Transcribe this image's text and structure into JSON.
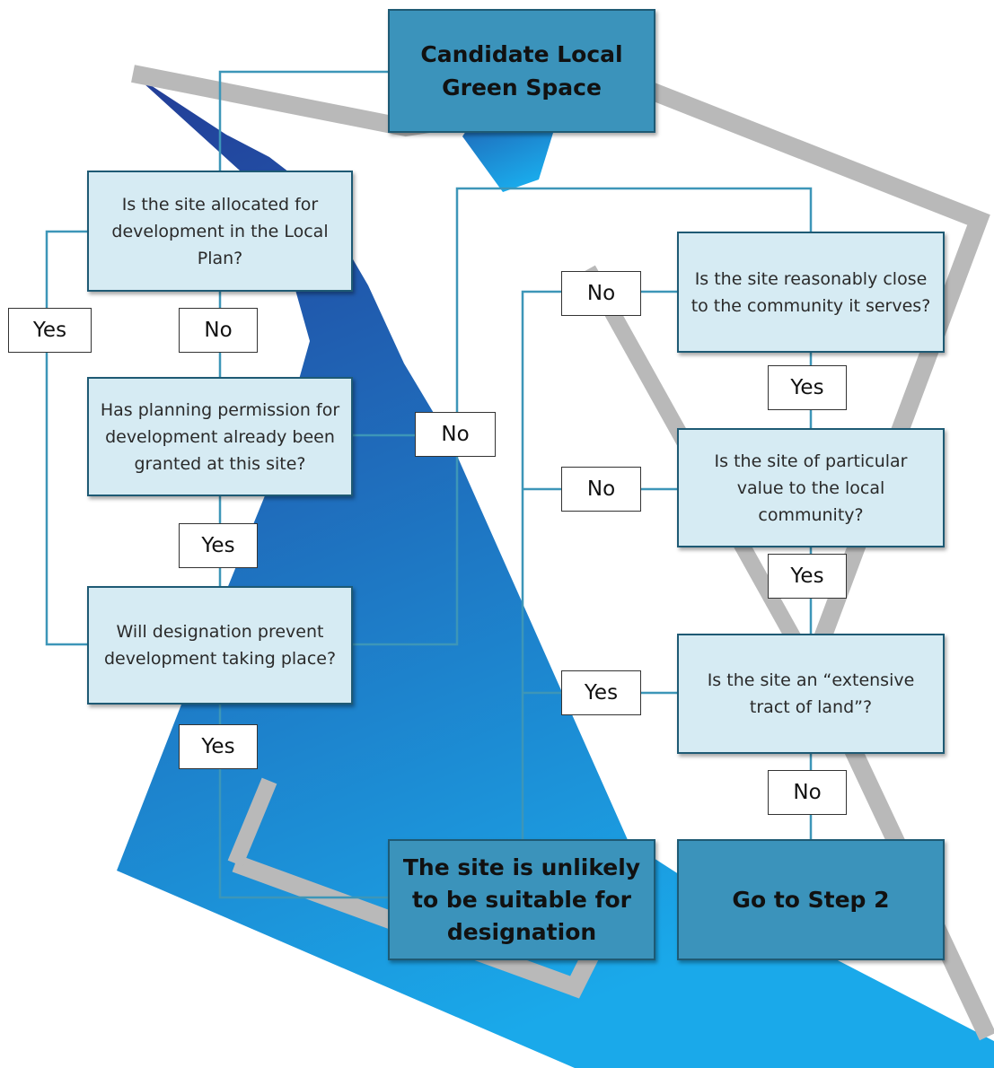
{
  "colors": {
    "question_fill": "#d6ebf3",
    "terminal_fill": "#3b93bb",
    "node_border": "#1e5a74",
    "connector": "#3d96b8",
    "logo_blue_dark": "#233c96",
    "logo_blue_light": "#1aa9ea",
    "logo_grey": "#b9b9b9"
  },
  "nodes": {
    "start": "Candidate Local Green Space",
    "q_allocated": "Is the site allocated for development in the Local Plan?",
    "q_permission": "Has planning permission for development already been granted at this site?",
    "q_prevent": "Will designation prevent development taking place?",
    "q_close": "Is the site reasonably close to the community it serves?",
    "q_value": "Is the site of particular value to the local community?",
    "q_extensive": "Is the site an “extensive tract of land”?",
    "end_unsuitable": "The site is unlikely to be suitable for designation",
    "end_step2": "Go to Step 2"
  },
  "labels": {
    "allocated_yes": "Yes",
    "allocated_no": "No",
    "permission_yes": "Yes",
    "permission_no": "No",
    "prevent_yes": "Yes",
    "close_no": "No",
    "close_yes": "Yes",
    "value_no": "No",
    "value_yes": "Yes",
    "extensive_yes": "Yes",
    "extensive_no": "No"
  }
}
